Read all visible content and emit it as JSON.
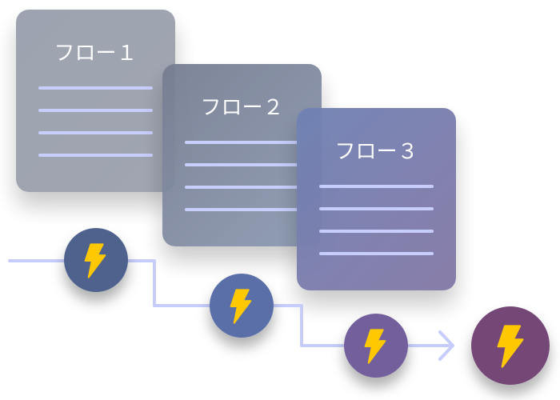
{
  "cards": [
    {
      "title": "フロー１"
    },
    {
      "title": "フロー２"
    },
    {
      "title": "フロー３"
    }
  ],
  "colors": {
    "connector": "#c6cdfc",
    "bolt": "#ffc800",
    "node1": "#4f628e",
    "node2": "#5a6ea8",
    "node3": "#725f9c",
    "node4": "#744677"
  },
  "icons": [
    "lightning-bolt-icon"
  ]
}
